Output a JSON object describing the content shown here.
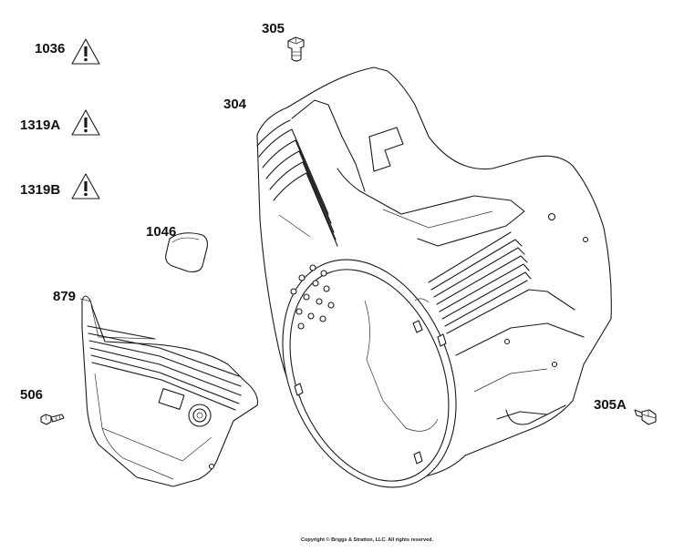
{
  "diagram": {
    "callouts": {
      "c1036": "1036",
      "c1319A": "1319A",
      "c1319B": "1319B",
      "c1046": "1046",
      "c879": "879",
      "c506": "506",
      "c305": "305",
      "c304": "304",
      "c305A": "305A"
    },
    "copyright": "Copyright © Briggs & Stratton, LLC. All rights reserved.",
    "icons": [
      "warning-icon",
      "bolt-icon",
      "gasket-icon",
      "shroud-icon",
      "cover-icon"
    ]
  }
}
